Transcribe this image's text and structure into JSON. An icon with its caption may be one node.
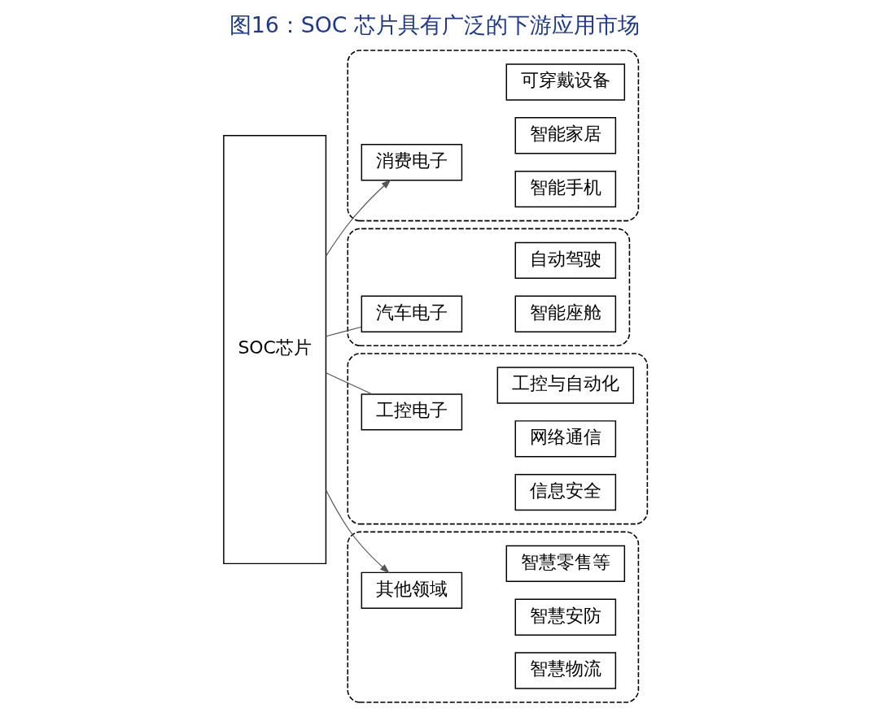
{
  "diagram": {
    "title": "图16：SOC 芯片具有广泛的下游应用市场",
    "nodes": [
      {
        "text": [
          "SOC芯片"
        ]
      },
      {
        "text": [],
        "shape": "box"
      },
      {
        "text": [
          "消费电子"
        ],
        "in": 1
      },
      {
        "text": [
          "智能手机"
        ],
        "in": 1
      },
      {
        "text": [
          "智能家居"
        ],
        "in": 1
      },
      {
        "text": [
          "可穿戴设备"
        ],
        "in": 1
      },
      {
        "text": [],
        "shape": "box"
      },
      {
        "text": [
          "汽车电子"
        ],
        "in": 6
      },
      {
        "text": [
          "智能座舱"
        ],
        "in": 6
      },
      {
        "text": [
          "自动驾驶"
        ],
        "in": 6
      },
      {
        "text": [],
        "shape": "box"
      },
      {
        "text": [
          "工控电子"
        ],
        "in": 10
      },
      {
        "text": [
          "信息安全"
        ],
        "in": 10
      },
      {
        "text": [
          "网络通信"
        ],
        "in": 10
      },
      {
        "text": [
          "工控与自动化"
        ],
        "in": 10
      },
      {
        "text": [],
        "shape": "box"
      },
      {
        "text": [
          "其他领域"
        ],
        "in": 15
      },
      {
        "text": [
          "智慧物流"
        ],
        "in": 15
      },
      {
        "text": [
          "智慧安防"
        ],
        "in": 15
      },
      {
        "text": [
          "智慧零售等"
        ],
        "in": 15
      }
    ],
    "edges": [
      {
        "from": 0,
        "to": 2,
        "arrow": "to"
      },
      {
        "from": 0,
        "to": 7,
        "arrow": "none"
      },
      {
        "from": 0,
        "to": 11,
        "arrow": "none"
      },
      {
        "from": 0,
        "to": 16,
        "arrow": "to"
      }
    ]
  }
}
